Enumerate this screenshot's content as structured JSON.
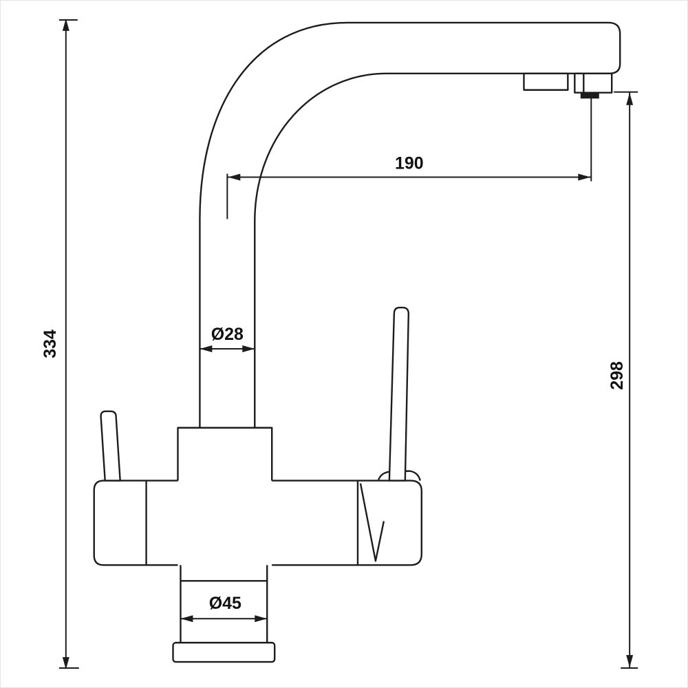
{
  "diagram": {
    "type": "technical-drawing",
    "subject": "kitchen mixer tap dimensional drawing",
    "dimensions": {
      "overall_height": "334",
      "spout_reach": "190",
      "spout_height": "298",
      "pipe_diameter": "Ø28",
      "body_diameter": "Ø45"
    },
    "colors": {
      "line": "#1c1c1c",
      "background": "#ffffff"
    }
  }
}
